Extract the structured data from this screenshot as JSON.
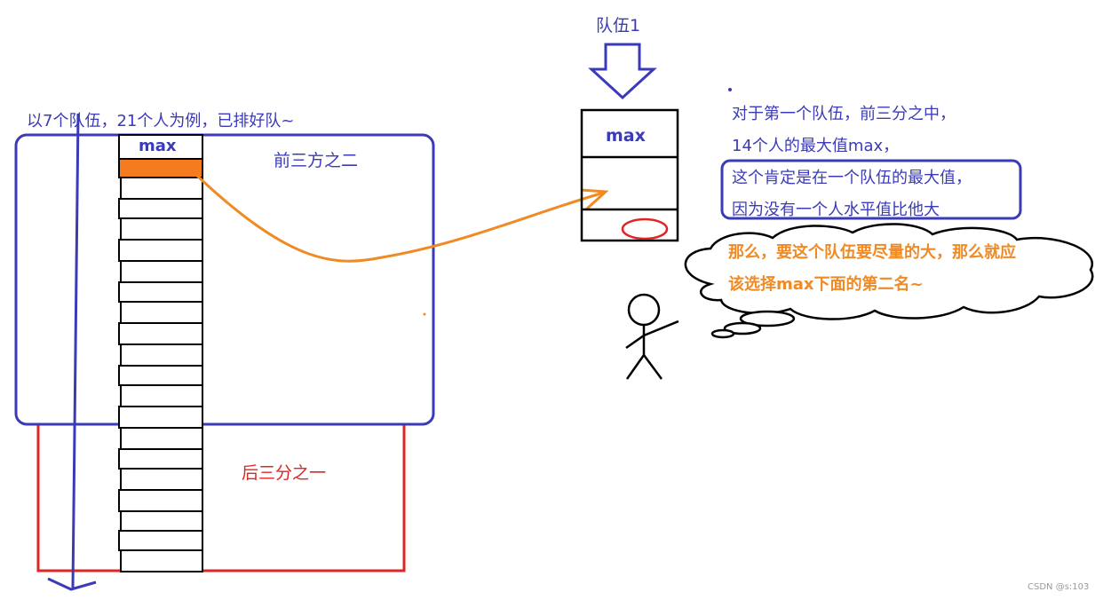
{
  "caption": "以7个队伍，21个人为例，已排好队~",
  "top_region_label": "前三方之二",
  "bottom_region_label": "后三分之一",
  "column_max_label": "max",
  "team": {
    "title": "队伍1",
    "max_label": "max"
  },
  "explanation": {
    "line1": "对于第一个队伍，前三分之中，",
    "line2": "14个人的最大值max，",
    "line3": "这个肯定是在一个队伍的最大值，",
    "line4": "因为没有一个人水平值比他大"
  },
  "thought": {
    "line1": "那么，要这个队伍要尽量的大，那么就应",
    "line2": "该选择max下面的第二名~"
  },
  "watermark": "CSDN @s:103",
  "colors": {
    "blue": "#3b3bb8",
    "red": "#e02424",
    "orange": "#f08a24",
    "black": "#000000"
  }
}
